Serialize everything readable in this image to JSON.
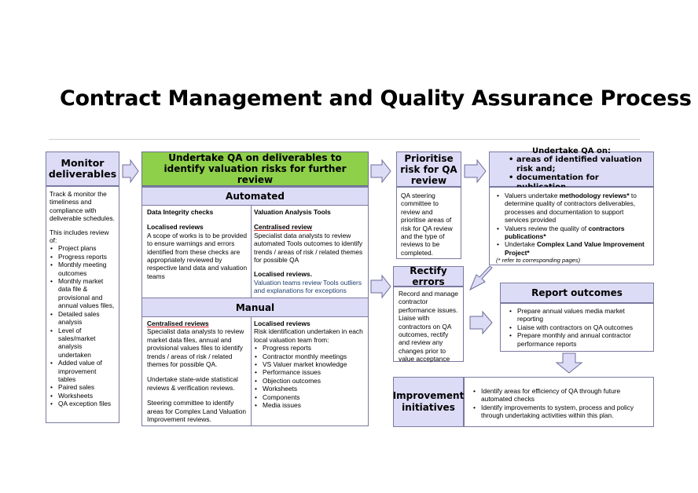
{
  "title": "Contract Management and Quality Assurance Process",
  "monitor": {
    "header": "Monitor deliverables",
    "intro": "Track & monitor the timeliness and compliance with deliverable schedules.",
    "list_intro": "This includes review of:",
    "items": [
      "Project plans",
      "Progress reports",
      "Monthly meeting outcomes",
      "Monthly market data file & provisional and annual values files,",
      "Detailed sales analysis",
      "Level of sales/market analysis undertaken",
      "Added value of improvement tables",
      "Paired sales",
      "Worksheets",
      "QA exception files"
    ]
  },
  "undertake": {
    "header": "Undertake QA on deliverables to identify valuation risks for further review",
    "automated": {
      "title": "Automated",
      "left_heading": "Data Integrity checks",
      "left_sub": "Localised reviews",
      "left_text": "A scope of works is to be provided to ensure warnings and errors identified from these checks are appropriately reviewed by respective land data and valuation teams",
      "right_heading": "Valuation Analysis Tools",
      "right_sub1": "Centralised review",
      "right_text1": "Specialist data analysts to review automated Tools outcomes to identify trends / areas of risk / related themes for possible QA",
      "right_sub2": "Localised reviews.",
      "right_text2": "Valuation teams review Tools outliers and explanations for exceptions"
    },
    "manual": {
      "title": "Manual",
      "left_sub": "Centralised reviews",
      "left_p1": "Specialist data analysts to review market data files, annual and provisional values files to identify trends / areas of risk / related themes for possible QA.",
      "left_p2": "Undertake state-wide statistical reviews & verification reviews.",
      "left_p3": "Steering committee to identify areas for Complex Land Valuation Improvement reviews.",
      "right_sub": "Localised reviews",
      "right_intro": "Risk identification undertaken in each local valuation team from:",
      "right_items": [
        "Progress reports",
        "Contractor monthly meetings",
        "VS Valuer market knowledge",
        "Performance issues",
        "Objection outcomes",
        "Worksheets",
        "Components",
        "Media issues"
      ]
    }
  },
  "prioritise": {
    "header": "Prioritise risk for QA review",
    "text": "QA steering committee to review and prioritise areas of risk for QA review and the type of reviews to be completed."
  },
  "undertake_qa_on": {
    "header_title": "Undertake QA on:",
    "header_items": [
      "areas of identified valuation risk and;",
      "documentation for publication"
    ],
    "items": [
      {
        "pre": "Valuers undertake ",
        "bold": "methodology reviews*",
        "post": " to determine quality of contractors deliverables, processes and documentation to support services provided"
      },
      {
        "pre": "Valuers review the quality of ",
        "bold": "contractors publications*",
        "post": ""
      },
      {
        "pre": "Undertake ",
        "bold": "Complex Land Value Improvement Project*",
        "post": ""
      }
    ],
    "note": "(* refer to corresponding pages)"
  },
  "rectify": {
    "header": "Rectify errors",
    "text": "Record and manage contractor performance issues. Liaise with contractors on QA outcomes, rectify and review any changes prior to value acceptance"
  },
  "report": {
    "header": "Report outcomes",
    "items": [
      "Prepare annual values media market reporting",
      "Liaise with contractors on QA outcomes",
      "Prepare monthly and annual contractor performance reports"
    ]
  },
  "improvement": {
    "header": "Improvement initiatives",
    "items": [
      "Identify areas for efficiency of QA through future automated checks",
      "Identify improvements to system, process and policy through undertaking activities within this plan."
    ]
  },
  "colors": {
    "header_fill": "#dcdcf6",
    "green_fill": "#8ed04a",
    "border": "#7a7aa0"
  }
}
